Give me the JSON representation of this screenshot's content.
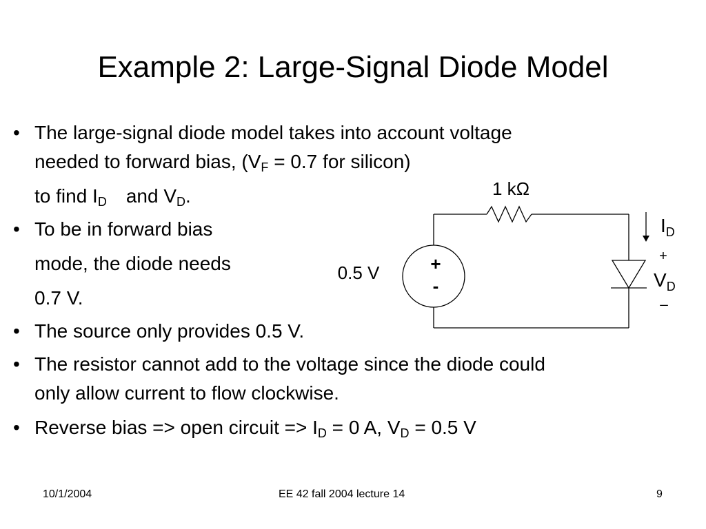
{
  "title": "Example 2:  Large-Signal Diode Model",
  "bullets": {
    "b1": {
      "line1": "The large-signal diode model takes into account voltage",
      "line2_pre": "needed to forward bias, (V",
      "line2_sub": "F",
      "line2_post": " = 0.7 for silicon)",
      "line3_pre": "to find I",
      "line3_sub1": "D",
      "line3_mid": "and V",
      "line3_sub2": "D",
      "line3_post": "."
    },
    "b2": {
      "line1": "To be in forward bias",
      "line2": "mode, the diode needs",
      "line3": "0.7 V."
    },
    "b3": {
      "line1": "The source only provides 0.5 V."
    },
    "b4": {
      "line1": "The resistor cannot add to the voltage since the diode could",
      "line2": "only allow current to flow clockwise."
    },
    "b5": {
      "pre": "Reverse bias => open circuit => I",
      "sub1": "D",
      "mid": " = 0 A, V",
      "sub2": "D",
      "post": " = 0.5 V"
    },
    "dot": "•"
  },
  "circuit": {
    "resistor_label": "1 kΩ",
    "source_label": "0.5 V",
    "source_plus": "+",
    "source_minus": "-",
    "current_label": "I",
    "current_sub": "D",
    "vd_plus": "+",
    "vd_label": "V",
    "vd_sub": "D",
    "vd_minus": "_"
  },
  "footer": {
    "date": "10/1/2004",
    "course": "EE 42 fall 2004 lecture 14",
    "page": "9"
  }
}
